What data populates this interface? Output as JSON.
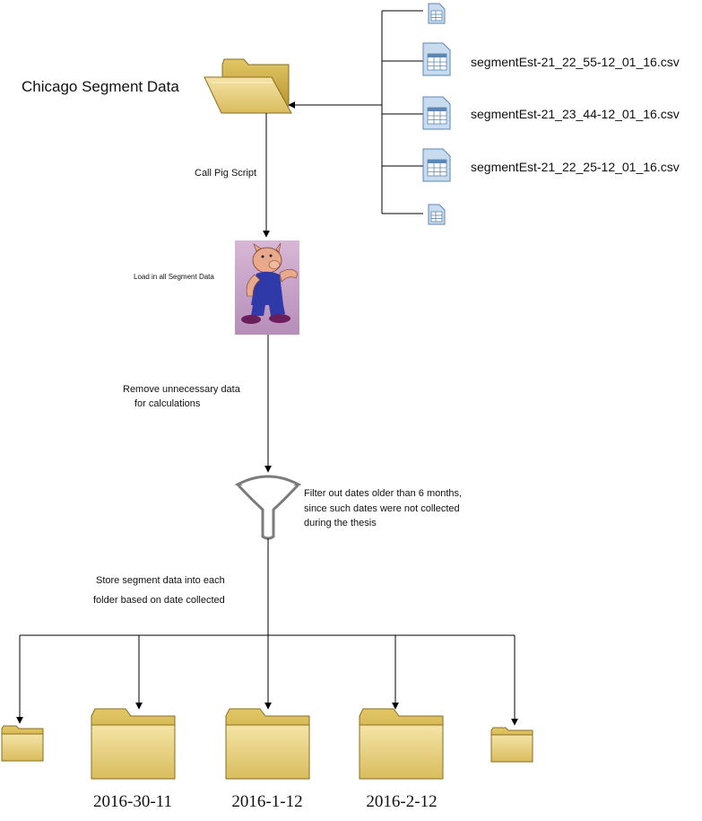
{
  "title": "Chicago Segment Data",
  "files": [
    {
      "name": ""
    },
    {
      "name": "segmentEst-21_22_55-12_01_16.csv"
    },
    {
      "name": "segmentEst-21_23_44-12_01_16.csv"
    },
    {
      "name": "segmentEst-21_22_25-12_01_16.csv"
    },
    {
      "name": ""
    }
  ],
  "steps": {
    "call_script": "Call Pig Script",
    "load_data": "Load in all Segment Data",
    "remove_line1": "Remove unnecessary data",
    "remove_line2": "for calculations",
    "filter_line1": "Filter out dates older than 6 months,",
    "filter_line2": "since such dates were not collected",
    "filter_line3": "during the thesis",
    "store_line1": "Store segment data into each",
    "store_line2": "folder based on date collected"
  },
  "output_folders": [
    {
      "label": ""
    },
    {
      "label": "2016-30-11"
    },
    {
      "label": "2016-1-12"
    },
    {
      "label": "2016-2-12"
    },
    {
      "label": ""
    }
  ],
  "colors": {
    "folder_fill": "#e9d58a",
    "folder_dark": "#c9a83c",
    "file_fill": "#c9dcef",
    "file_stroke": "#5d86b3",
    "pig_bg": "#c7a7c9",
    "pig_skin": "#e8a98c",
    "pig_overalls": "#2f3aa8"
  }
}
